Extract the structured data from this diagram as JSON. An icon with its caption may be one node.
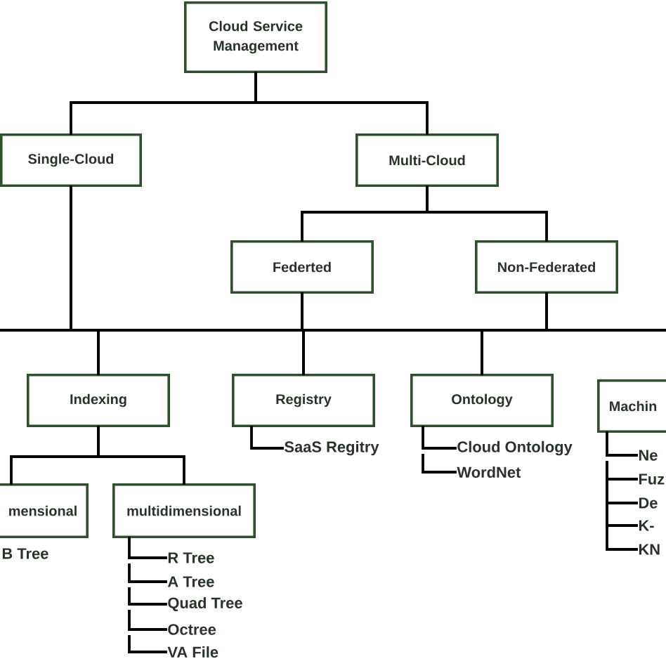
{
  "diagram": {
    "nodes": [
      {
        "text": [
          "Cloud Service Management"
        ]
      },
      {
        "text": [
          "Single-Cloud"
        ]
      },
      {
        "text": [
          "Multi-Cloud"
        ]
      },
      {
        "text": [
          "Federted"
        ]
      },
      {
        "text": [
          "Non-Federated"
        ]
      },
      {
        "text": [
          "Indexing"
        ]
      },
      {
        "text": [
          "Registry"
        ]
      },
      {
        "text": [
          "Ontology"
        ]
      },
      {
        "text": [
          "Machin"
        ]
      },
      {
        "text": [
          "mensional"
        ],
        "beside": [
          "B Tree"
        ]
      },
      {
        "text": [
          "multidimensional"
        ]
      },
      {
        "text": [
          "SaaS Regitry"
        ]
      },
      {
        "text": [
          "Cloud Ontology"
        ]
      },
      {
        "text": [
          "WordNet"
        ]
      },
      {
        "text": [
          "Ne"
        ]
      },
      {
        "text": [
          "Fuz"
        ]
      },
      {
        "text": [
          "De"
        ]
      },
      {
        "text": [
          "K-"
        ]
      },
      {
        "text": [
          "KN"
        ]
      },
      {
        "text": [
          "R Tree"
        ]
      },
      {
        "text": [
          "A Tree"
        ]
      },
      {
        "text": [
          "Quad Tree"
        ]
      },
      {
        "text": [
          "Octree"
        ]
      },
      {
        "text": [
          "VA File"
        ]
      }
    ],
    "edges": [
      {
        "from": 0,
        "to": 1,
        "arrow": "none"
      },
      {
        "from": 0,
        "to": 2,
        "arrow": "none"
      },
      {
        "from": 2,
        "to": 3,
        "arrow": "none"
      },
      {
        "from": 2,
        "to": 4,
        "arrow": "none"
      },
      {
        "from": 1,
        "to": 5,
        "arrow": "none"
      },
      {
        "from": 1,
        "to": 6,
        "arrow": "none"
      },
      {
        "from": 1,
        "to": 7,
        "arrow": "none"
      },
      {
        "from": 3,
        "to": 5,
        "arrow": "none"
      },
      {
        "from": 3,
        "to": 6,
        "arrow": "none"
      },
      {
        "from": 3,
        "to": 7,
        "arrow": "none"
      },
      {
        "from": 4,
        "to": 5,
        "arrow": "none"
      },
      {
        "from": 4,
        "to": 6,
        "arrow": "none"
      },
      {
        "from": 4,
        "to": 7,
        "arrow": "none"
      },
      {
        "from": 5,
        "to": 9,
        "arrow": "none"
      },
      {
        "from": 5,
        "to": 10,
        "arrow": "none"
      },
      {
        "from": 6,
        "to": 11,
        "arrow": "none"
      },
      {
        "from": 7,
        "to": 12,
        "arrow": "none"
      },
      {
        "from": 7,
        "to": 13,
        "arrow": "none"
      },
      {
        "from": 8,
        "to": 14,
        "arrow": "none"
      },
      {
        "from": 8,
        "to": 15,
        "arrow": "none"
      },
      {
        "from": 8,
        "to": 16,
        "arrow": "none"
      },
      {
        "from": 8,
        "to": 17,
        "arrow": "none"
      },
      {
        "from": 8,
        "to": 18,
        "arrow": "none"
      },
      {
        "from": 10,
        "to": 19,
        "arrow": "none"
      },
      {
        "from": 10,
        "to": 20,
        "arrow": "none"
      },
      {
        "from": 10,
        "to": 21,
        "arrow": "none"
      },
      {
        "from": 10,
        "to": 22,
        "arrow": "none"
      },
      {
        "from": 10,
        "to": 23,
        "arrow": "none"
      }
    ]
  }
}
